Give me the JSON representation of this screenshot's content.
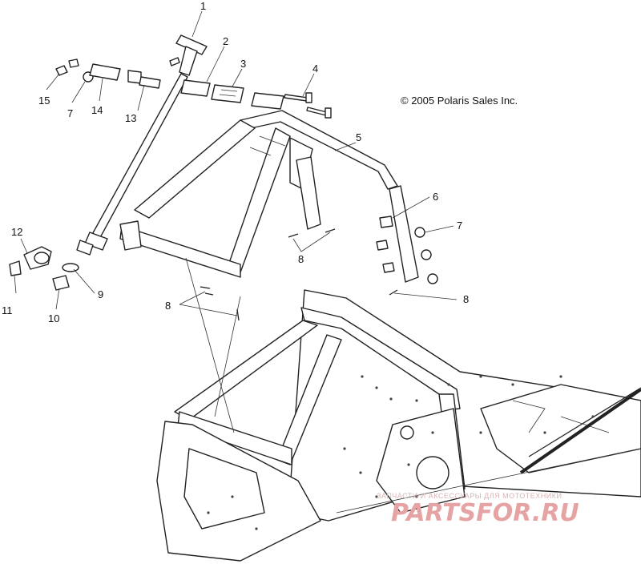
{
  "copyright": "© 2005 Polaris Sales Inc.",
  "callouts": [
    {
      "id": "c1",
      "label": "1"
    },
    {
      "id": "c2",
      "label": "2"
    },
    {
      "id": "c3",
      "label": "3"
    },
    {
      "id": "c4",
      "label": "4"
    },
    {
      "id": "c5",
      "label": "5"
    },
    {
      "id": "c6",
      "label": "6"
    },
    {
      "id": "c7a",
      "label": "7"
    },
    {
      "id": "c7b",
      "label": "7"
    },
    {
      "id": "c8a",
      "label": "8"
    },
    {
      "id": "c8b",
      "label": "8"
    },
    {
      "id": "c8c",
      "label": "8"
    },
    {
      "id": "c9",
      "label": "9"
    },
    {
      "id": "c10",
      "label": "10"
    },
    {
      "id": "c11",
      "label": "11"
    },
    {
      "id": "c12",
      "label": "12"
    },
    {
      "id": "c13",
      "label": "13"
    },
    {
      "id": "c14",
      "label": "14"
    },
    {
      "id": "c15",
      "label": "15"
    }
  ],
  "watermark": {
    "tagline": "ЗАПЧАСТИ И АКСЕССУАРЫ ДЛЯ МОТОТЕХНИКИ",
    "logo": "PARTSFOR.RU"
  }
}
